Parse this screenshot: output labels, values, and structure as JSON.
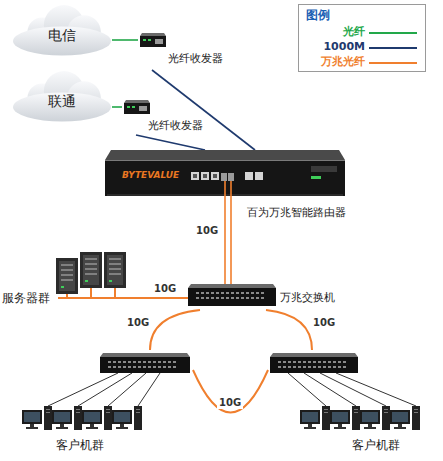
{
  "diagram": {
    "nodes": [
      {
        "text": [
          "电信"
        ]
      },
      {
        "text": [
          "光纤收发器"
        ]
      },
      {
        "text": [
          "联通"
        ]
      },
      {
        "text": [
          "光纤收发器"
        ]
      },
      {
        "text": [
          "百为万兆智能路由器"
        ]
      },
      {
        "text": [
          "服务器群"
        ]
      },
      {
        "text": [
          "万兆交换机"
        ]
      },
      {
        "text": [
          "客户机群"
        ]
      },
      {
        "text": [
          "客户机群"
        ]
      }
    ],
    "edges": [
      {
        "from": 0,
        "to": 1,
        "arrow": "none"
      },
      {
        "from": 1,
        "to": 4,
        "arrow": "none"
      },
      {
        "from": 2,
        "to": 3,
        "arrow": "none"
      },
      {
        "from": 3,
        "to": 4,
        "arrow": "none"
      },
      {
        "from": 4,
        "to": 6,
        "label": "10G",
        "arrow": "none"
      },
      {
        "from": 5,
        "to": 6,
        "label": "10G",
        "arrow": "none"
      },
      {
        "from": 6,
        "to": 7,
        "label": "10G",
        "arrow": "none"
      },
      {
        "from": 6,
        "to": 8,
        "label": "10G",
        "arrow": "none"
      },
      {
        "from": 7,
        "to": 8,
        "label": "10G",
        "arrow": "none"
      }
    ],
    "labels": [
      "图例",
      "BYTEVALUE"
    ],
    "legend": [
      {
        "text": "光纤",
        "color": "#22a84a"
      },
      {
        "text": "1000M",
        "color": "#1f3a6e"
      },
      {
        "text": "万兆光纤",
        "color": "#f07f2e"
      }
    ]
  }
}
